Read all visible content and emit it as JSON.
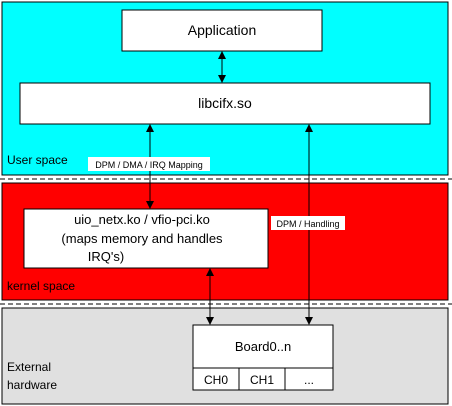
{
  "layers": {
    "user": {
      "label": "User space",
      "color": "#00ffff"
    },
    "kernel": {
      "label": "kernel space",
      "color": "#ff0000"
    },
    "hardware": {
      "label_line1": "External",
      "label_line2": "hardware",
      "color": "#e0e0e0"
    }
  },
  "boxes": {
    "application": "Application",
    "libcifx": "libcifx.so",
    "driver_line1": "uio_netx.ko / vfio-pci.ko",
    "driver_line2": "(maps memory and handles",
    "driver_line3": "IRQ's)",
    "board": "Board0..n",
    "channels": [
      "CH0",
      "CH1",
      "..."
    ]
  },
  "connections": {
    "dpm_dma_irq": "DPM / DMA / IRQ Mapping",
    "dpm_handling": "DPM / Handling"
  }
}
